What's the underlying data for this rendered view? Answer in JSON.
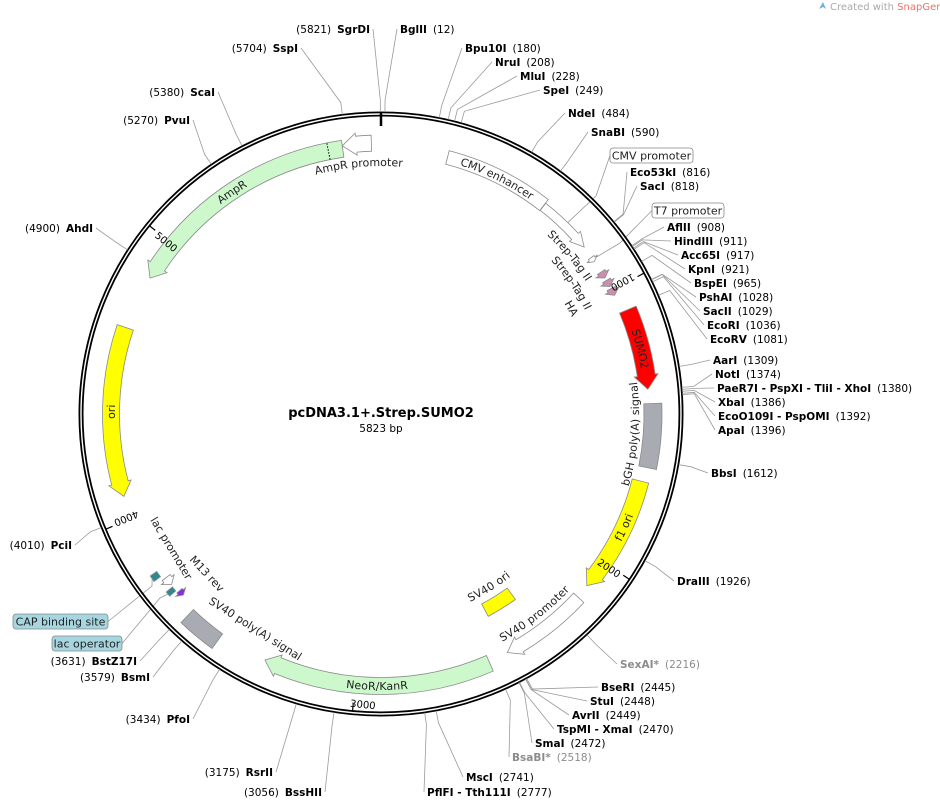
{
  "watermark": {
    "prefix": "Created with ",
    "brand": "SnapGene",
    "suffix": "®",
    "brand_color": "#e8746a"
  },
  "map": {
    "title": "pcDNA3.1+.Strep.SUMO2",
    "length_label": "5823 bp",
    "length": 5823
  },
  "ticks": [
    {
      "pos": 1000,
      "label": "1000"
    },
    {
      "pos": 2000,
      "label": "2000"
    },
    {
      "pos": 3000,
      "label": "3000"
    },
    {
      "pos": 4000,
      "label": "4000"
    },
    {
      "pos": 5000,
      "label": "5000"
    }
  ],
  "sites": [
    {
      "name": "BglII",
      "pos": 12
    },
    {
      "name": "SgrDI",
      "pos": 5821
    },
    {
      "name": "SspI",
      "pos": 5704
    },
    {
      "name": "Bpu10I",
      "pos": 180
    },
    {
      "name": "NruI",
      "pos": 208
    },
    {
      "name": "MluI",
      "pos": 228
    },
    {
      "name": "SpeI",
      "pos": 249
    },
    {
      "name": "NdeI",
      "pos": 484
    },
    {
      "name": "SnaBI",
      "pos": 590
    },
    {
      "name": "Eco53kI",
      "pos": 816
    },
    {
      "name": "SacI",
      "pos": 818
    },
    {
      "name": "AflII",
      "pos": 908
    },
    {
      "name": "HindIII",
      "pos": 911
    },
    {
      "name": "Acc65I",
      "pos": 917
    },
    {
      "name": "KpnI",
      "pos": 921
    },
    {
      "name": "BspEI",
      "pos": 965
    },
    {
      "name": "PshAI",
      "pos": 1028
    },
    {
      "name": "SacII",
      "pos": 1029
    },
    {
      "name": "EcoRI",
      "pos": 1036
    },
    {
      "name": "EcoRV",
      "pos": 1081
    },
    {
      "name": "AarI",
      "pos": 1309
    },
    {
      "name": "NotI",
      "pos": 1374
    },
    {
      "name": "PaeR7I - PspXI - TliI - XhoI",
      "pos": 1380
    },
    {
      "name": "XbaI",
      "pos": 1386
    },
    {
      "name": "EcoO109I - PspOMI",
      "pos": 1392
    },
    {
      "name": "ApaI",
      "pos": 1396
    },
    {
      "name": "BbsI",
      "pos": 1612
    },
    {
      "name": "DraIII",
      "pos": 1926
    },
    {
      "name": "SexAI*",
      "pos": 2216,
      "grey": true
    },
    {
      "name": "BseRI",
      "pos": 2445
    },
    {
      "name": "StuI",
      "pos": 2448
    },
    {
      "name": "AvrII",
      "pos": 2449
    },
    {
      "name": "TspMI - XmaI",
      "pos": 2470
    },
    {
      "name": "SmaI",
      "pos": 2472
    },
    {
      "name": "BsaBI*",
      "pos": 2518,
      "grey": true
    },
    {
      "name": "MscI",
      "pos": 2741
    },
    {
      "name": "PflFI - Tth111I",
      "pos": 2777
    },
    {
      "name": "ScaI",
      "pos": 5380
    },
    {
      "name": "PvuI",
      "pos": 5270
    },
    {
      "name": "AhdI",
      "pos": 4900
    },
    {
      "name": "PciI",
      "pos": 4010
    },
    {
      "name": "BstZ17I",
      "pos": 3631
    },
    {
      "name": "BsmI",
      "pos": 3579
    },
    {
      "name": "PfoI",
      "pos": 3434
    },
    {
      "name": "RsrII",
      "pos": 3175
    },
    {
      "name": "BssHII",
      "pos": 3056
    }
  ],
  "features": [
    {
      "label": "AmpR promoter",
      "start": 5690,
      "end": 5790,
      "dir": "rev",
      "color": "#ffffff"
    },
    {
      "label": "AmpR",
      "start": 4860,
      "end": 5690,
      "dir": "rev",
      "color": "#ccf8cc"
    },
    {
      "label": "ori",
      "start": 4080,
      "end": 4670,
      "dir": "rev",
      "color": "#ffff00"
    },
    {
      "label": "CMV enhancer",
      "start": 235,
      "end": 614,
      "dir": "none",
      "color": "#ffffff"
    },
    {
      "label": "CMV promoter",
      "start": 615,
      "end": 818,
      "dir": "fwd",
      "color": "#ffffff",
      "boxed": true,
      "box_color": "#ffffff"
    },
    {
      "label": "T7 promoter",
      "start": 863,
      "end": 881,
      "dir": "fwd",
      "color": "#ffffff",
      "boxed": true,
      "box_color": "#ffffff"
    },
    {
      "label": "Strep-Tag II",
      "start": 925,
      "end": 950,
      "dir": "fwd",
      "color": "#c98fb0"
    },
    {
      "label": "Strep-Tag II",
      "start": 960,
      "end": 985,
      "dir": "fwd",
      "color": "#c98fb0"
    },
    {
      "label": "HA",
      "start": 993,
      "end": 1020,
      "dir": "fwd",
      "color": "#c98fb0"
    },
    {
      "label": "SUMO2",
      "start": 1085,
      "end": 1370,
      "dir": "fwd",
      "color": "#ff0000"
    },
    {
      "label": "bGH poly(A) signal",
      "start": 1420,
      "end": 1640,
      "dir": "none",
      "color": "#a9abb3"
    },
    {
      "label": "f1 ori",
      "start": 1690,
      "end": 2100,
      "dir": "fwd",
      "color": "#ffff00"
    },
    {
      "label": "SV40 promoter",
      "start": 2150,
      "end": 2460,
      "dir": "fwd",
      "color": "#ffffff"
    },
    {
      "label": "SV40 ori",
      "start": 2330,
      "end": 2460,
      "dir": "none",
      "color": "#ffff00"
    },
    {
      "label": "NeoR/KanR",
      "start": 2530,
      "end": 3320,
      "dir": "fwd",
      "color": "#ccf8cc"
    },
    {
      "label": "SV40 poly(A) signal",
      "start": 3490,
      "end": 3620,
      "dir": "none",
      "color": "#a9abb3"
    },
    {
      "label": "M13 rev",
      "start": 3680,
      "end": 3700,
      "dir": "rev",
      "color": "#8a2be2"
    },
    {
      "label": "lac operator",
      "start": 3708,
      "end": 3726,
      "dir": "none",
      "color": "#2a8a94",
      "boxed": true,
      "box_color": "#a6d6e0"
    },
    {
      "label": "lac promoter",
      "start": 3734,
      "end": 3764,
      "dir": "rev",
      "color": "#ffffff"
    },
    {
      "label": "CAP binding site",
      "start": 3778,
      "end": 3800,
      "dir": "none",
      "color": "#2a8a94",
      "boxed": true,
      "box_color": "#a6d6e0"
    }
  ]
}
